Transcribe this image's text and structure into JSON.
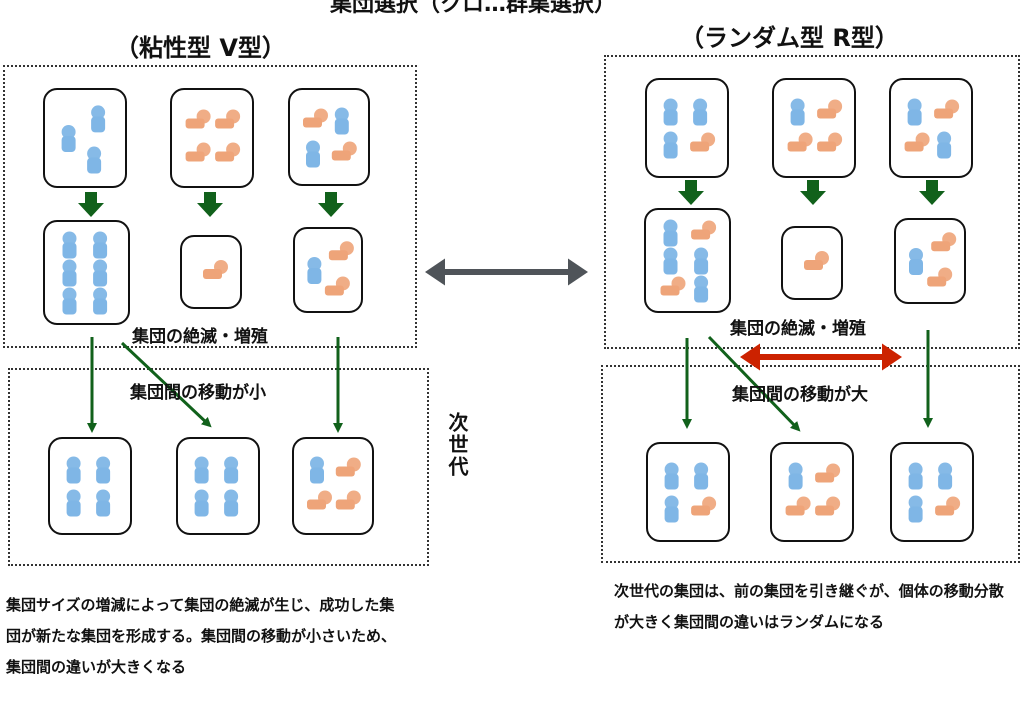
{
  "title": "集団選択（クロ…群集選択）",
  "left": {
    "panel_title": "（粘性型 V型）",
    "extinction_label": "集団の絶滅・増殖",
    "migration_label": "集団間の移動が小",
    "next_generation_label": "次世代",
    "description": "集団サイズの増減によって集団の絶滅が生じ、成功した集団が新たな集団を形成する。集団間の移動が小さいため、集団間の違いが大きくなる",
    "groups_initial": [
      [
        "blue",
        "blue",
        "blue",
        null
      ],
      [
        "orange",
        "orange",
        "orange",
        "orange"
      ],
      [
        "orange",
        "blue",
        "blue",
        "orange"
      ]
    ],
    "groups_grown": [
      [
        "blue",
        "blue",
        "blue",
        "blue",
        "blue",
        "blue"
      ],
      [
        "orange"
      ],
      [
        "blue",
        "orange",
        "orange"
      ]
    ],
    "groups_next": [
      [
        "blue",
        "blue",
        "blue",
        "blue"
      ],
      [
        "blue",
        "blue",
        "blue",
        "blue"
      ],
      [
        "blue",
        "orange",
        "orange",
        "orange"
      ]
    ]
  },
  "right": {
    "panel_title": "（ランダム型 R型）",
    "extinction_label": "集団の絶滅・増殖",
    "migration_label": "集団間の移動が大",
    "description": "次世代の集団は、前の集団を引き継ぐが、個体の移動分散が大きく集団間の違いはランダムになる",
    "groups_initial": [
      [
        "blue",
        "blue",
        "blue",
        "orange"
      ],
      [
        "blue",
        "orange",
        "orange",
        "orange"
      ],
      [
        "blue",
        "orange",
        "orange",
        "blue"
      ]
    ],
    "groups_grown": [
      [
        "blue",
        "orange",
        "blue",
        "blue",
        "orange",
        "blue"
      ],
      [
        "orange"
      ],
      [
        "blue",
        "orange",
        "orange"
      ]
    ],
    "groups_next": [
      [
        "blue",
        "blue",
        "blue",
        "orange"
      ],
      [
        "blue",
        "orange",
        "orange",
        "orange"
      ],
      [
        "blue",
        "blue",
        "blue",
        "orange"
      ]
    ]
  },
  "compare_arrow": {
    "icon": "double-headed-arrow-icon",
    "color": "#4f5459"
  },
  "migration_arrow": {
    "icon": "double-headed-arrow-icon",
    "color": "#cc2200"
  },
  "colors": {
    "blue_individual": "#7fb6e6",
    "orange_individual": "#eea479",
    "growth_arrow": "#11611b",
    "box_border": "#111111"
  }
}
